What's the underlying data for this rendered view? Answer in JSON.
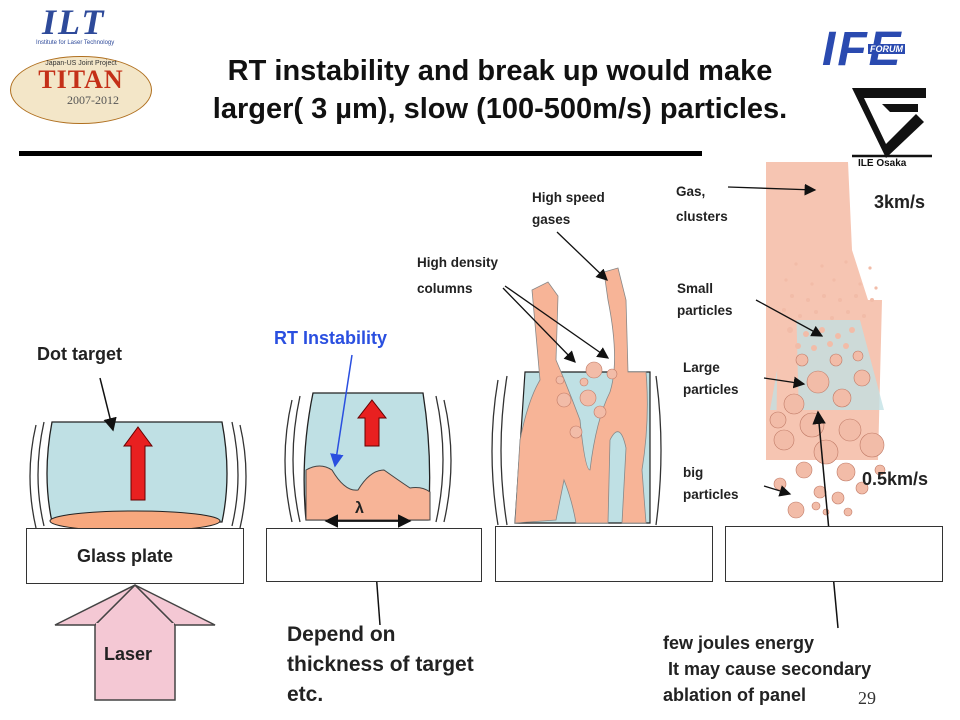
{
  "logos": {
    "ilt": "ILT",
    "ilt_sub": "Institute for Laser Technology",
    "titan_top": "Japan-US Joint Project",
    "titan": "TITAN",
    "titan_years": "2007-2012",
    "ife": "IFE",
    "ife_forum": "FORUM",
    "ile": "ILE Osaka"
  },
  "title": {
    "line1": "RT instability and break up would make",
    "line2": "larger( 3 µm), slow (100-500m/s) particles."
  },
  "labels": {
    "dot_target": "Dot target",
    "glass_plate": "Glass plate",
    "laser": "Laser",
    "rt_instability": "RT Instability",
    "lambda": "λ",
    "depend1": "Depend on",
    "depend2": "thickness of target",
    "depend3": "etc.",
    "high_density1": "High density",
    "high_density2": "columns",
    "high_speed1": "High speed",
    "high_speed2": "gases",
    "gas1": "Gas,",
    "gas2": "clusters",
    "speed_fast": "3km/s",
    "small1": "Small",
    "small2": "particles",
    "large1": "Large",
    "large2": "particles",
    "big1": "big",
    "big2": "particles",
    "speed_slow": "0.5km/s",
    "few1": "few joules energy",
    "few2": " It may cause secondary",
    "few3": "ablation of panel"
  },
  "page_number": "29",
  "colors": {
    "target_blue": "#bfe0e4",
    "plasma_peach": "#f7b497",
    "arrow_red": "#e82020",
    "rt_blue": "#2a4fe0",
    "particle": "#f2bca8",
    "laser_fill": "#f4c8d4"
  }
}
